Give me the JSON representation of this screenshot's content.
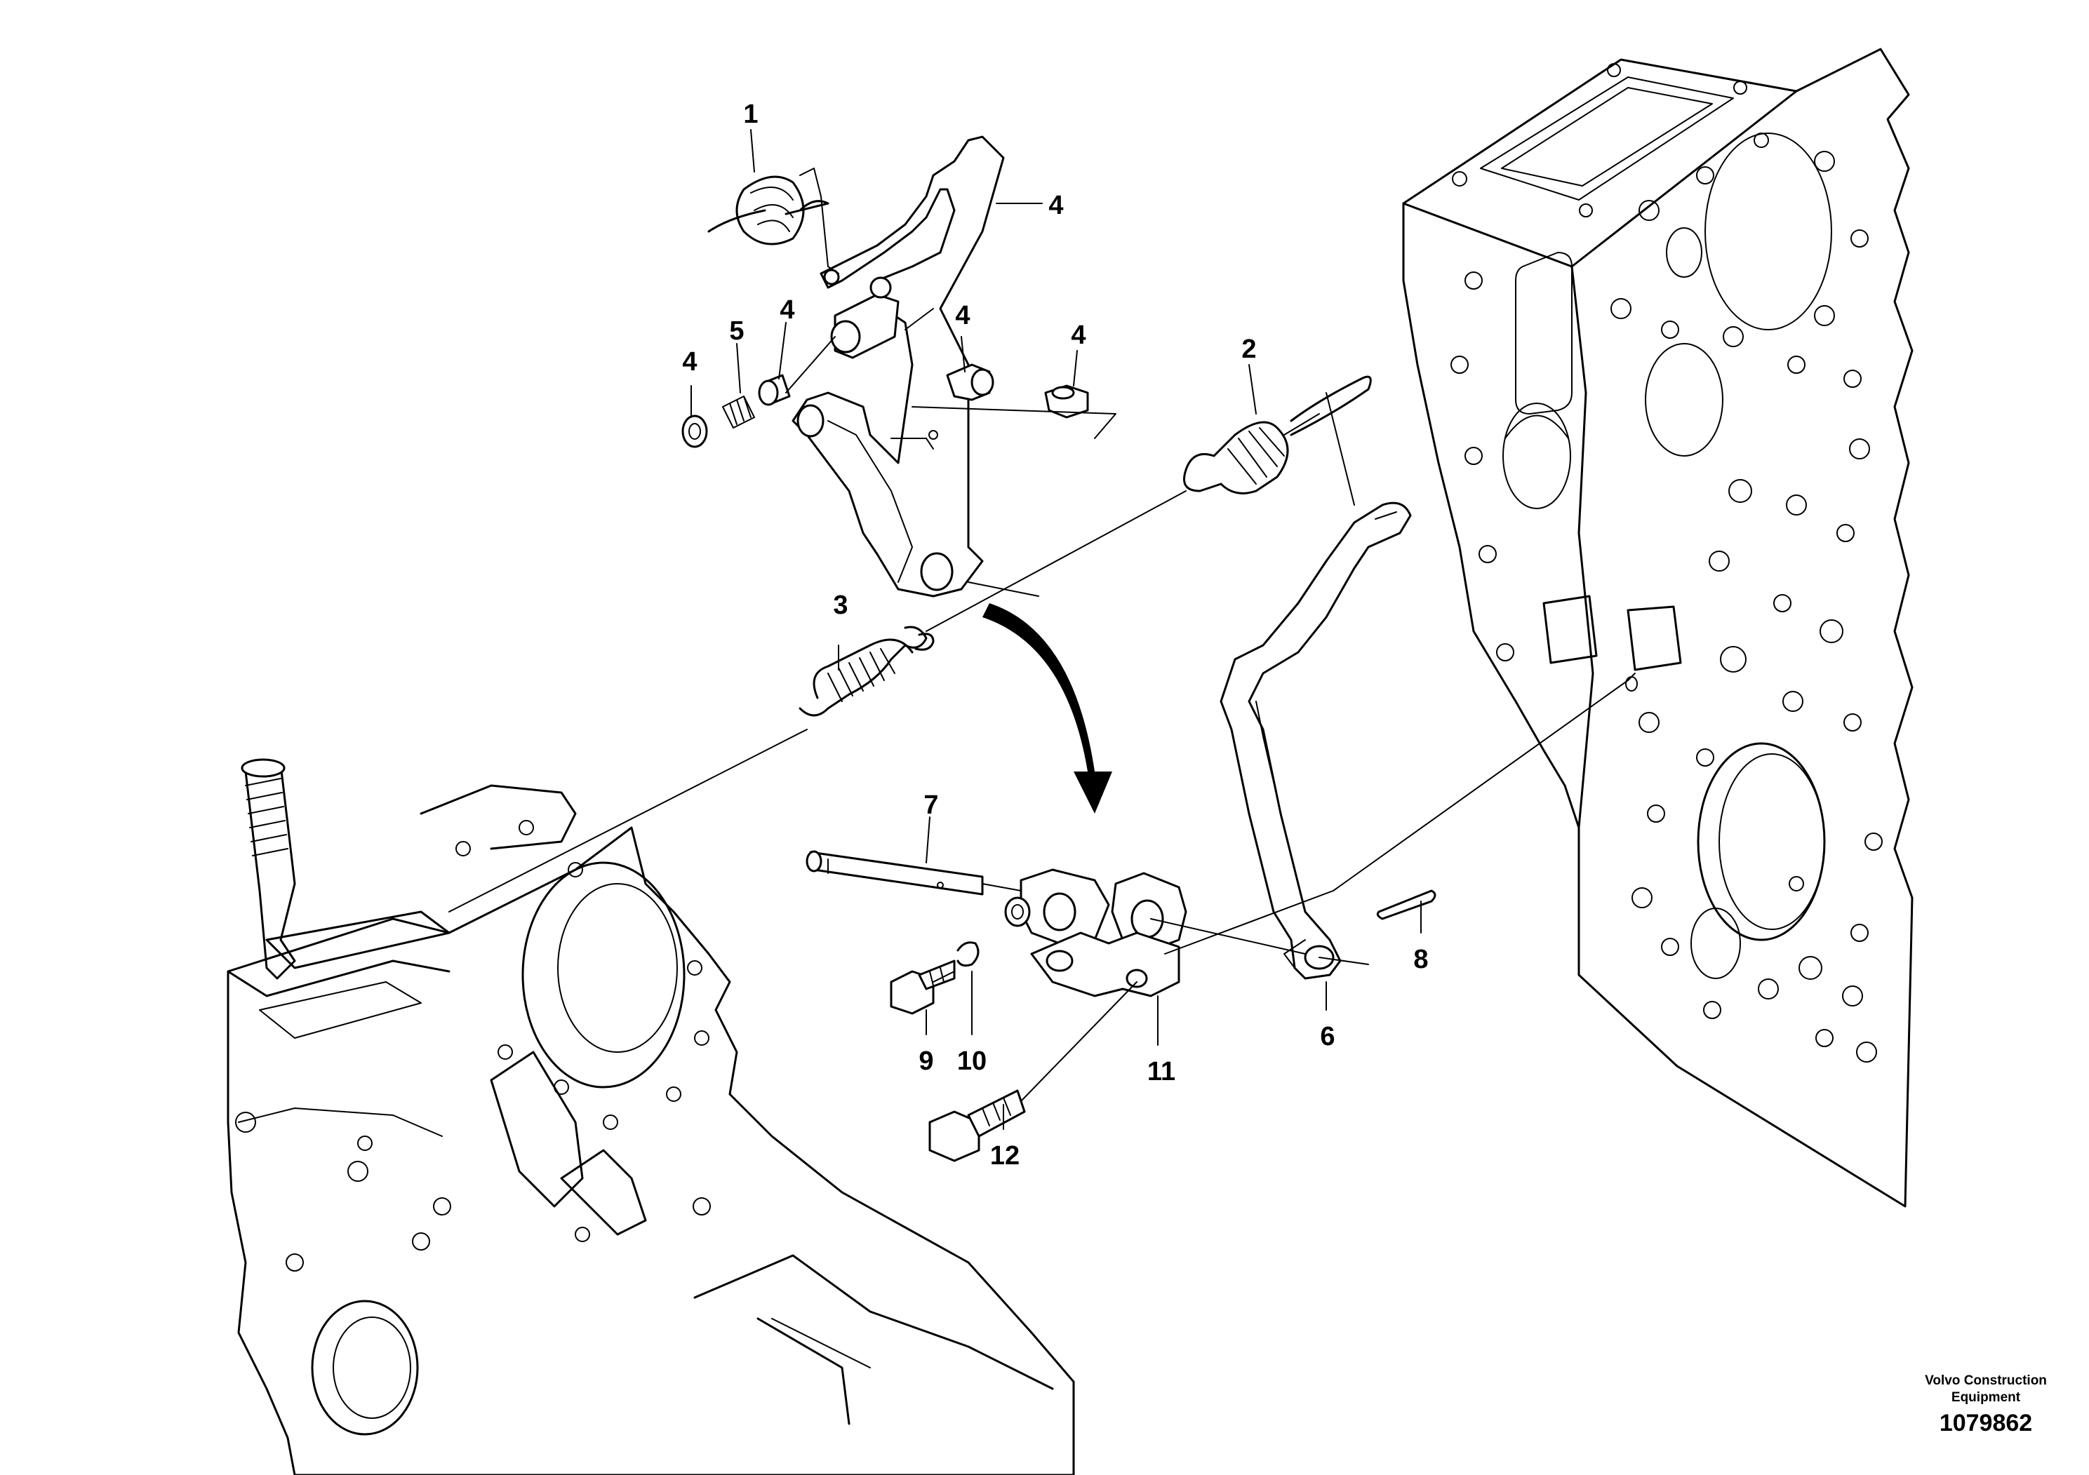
{
  "callouts": [
    {
      "id": "c1",
      "label": "1"
    },
    {
      "id": "c2",
      "label": "2"
    },
    {
      "id": "c3",
      "label": "3"
    },
    {
      "id": "c4a",
      "label": "4"
    },
    {
      "id": "c4b",
      "label": "4"
    },
    {
      "id": "c4c",
      "label": "4"
    },
    {
      "id": "c4d",
      "label": "4"
    },
    {
      "id": "c4e",
      "label": "4"
    },
    {
      "id": "c5",
      "label": "5"
    },
    {
      "id": "c6",
      "label": "6"
    },
    {
      "id": "c7",
      "label": "7"
    },
    {
      "id": "c8",
      "label": "8"
    },
    {
      "id": "c9",
      "label": "9"
    },
    {
      "id": "c10",
      "label": "10"
    },
    {
      "id": "c11",
      "label": "11"
    },
    {
      "id": "c12",
      "label": "12"
    }
  ],
  "credit": {
    "line1": "Volvo Construction",
    "line2": "Equipment",
    "drawing_number": "1079862"
  }
}
